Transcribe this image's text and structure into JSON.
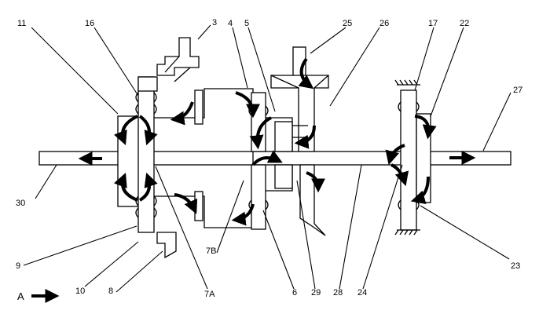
{
  "diagram": {
    "labels": {
      "l11": "11",
      "l16": "16",
      "l3": "3",
      "l4": "4",
      "l5": "5",
      "l25": "25",
      "l26": "26",
      "l17": "17",
      "l22": "22",
      "l27": "27",
      "l30": "30",
      "l9": "9",
      "l10": "10",
      "l8": "8",
      "l7a": "7A",
      "l7b": "7B",
      "l6": "6",
      "l29": "29",
      "l28": "28",
      "l24": "24",
      "l23": "23"
    },
    "view_label": "A"
  }
}
